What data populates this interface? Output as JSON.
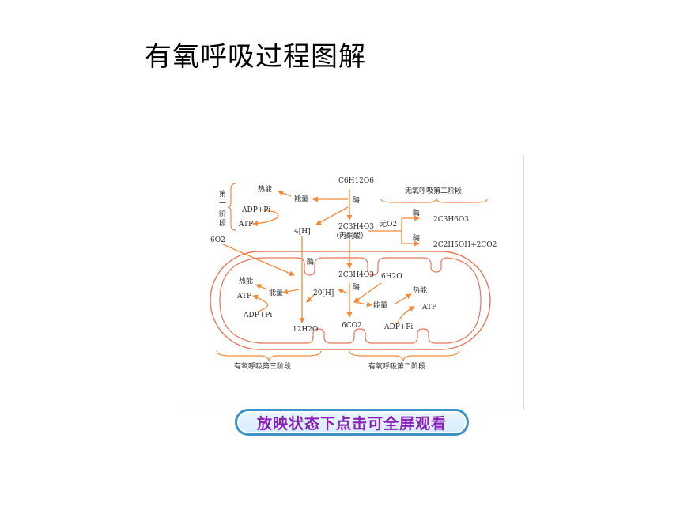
{
  "title": "有氧呼吸过程图解",
  "diagram": {
    "glucose": "C6H12O6",
    "enzyme": "酶",
    "heat": "热能",
    "energy": "能量",
    "adp_pi": "ADP+Pi",
    "atp": "ATP",
    "stage1": [
      "第",
      "一",
      "阶",
      "段"
    ],
    "hydrogen_4": "4[H]",
    "pyruvate": "2C3H4O3",
    "pyruvate_name": "（丙酮酸）",
    "no_o2": "无O2",
    "anaerobic_stage2": "无氧呼吸第二阶段",
    "lactic_acid": "2C3H6O3",
    "ethanol_co2": "2C2H5OH+2CO2",
    "oxygen_6": "6O2",
    "water_6": "6H2O",
    "hydrogen_20": "20[H]",
    "water_12": "12H2O",
    "co2_6": "6CO2",
    "aerobic_stage3": "有氧呼吸第三阶段",
    "aerobic_stage2": "有氧呼吸第二阶段"
  },
  "play_button": "放映状态下点击可全屏观看",
  "colors": {
    "arrow": "#f08a3c",
    "membrane": "#e8765a",
    "button_border": "#3c93c9",
    "button_text": "#8a1fb8"
  }
}
